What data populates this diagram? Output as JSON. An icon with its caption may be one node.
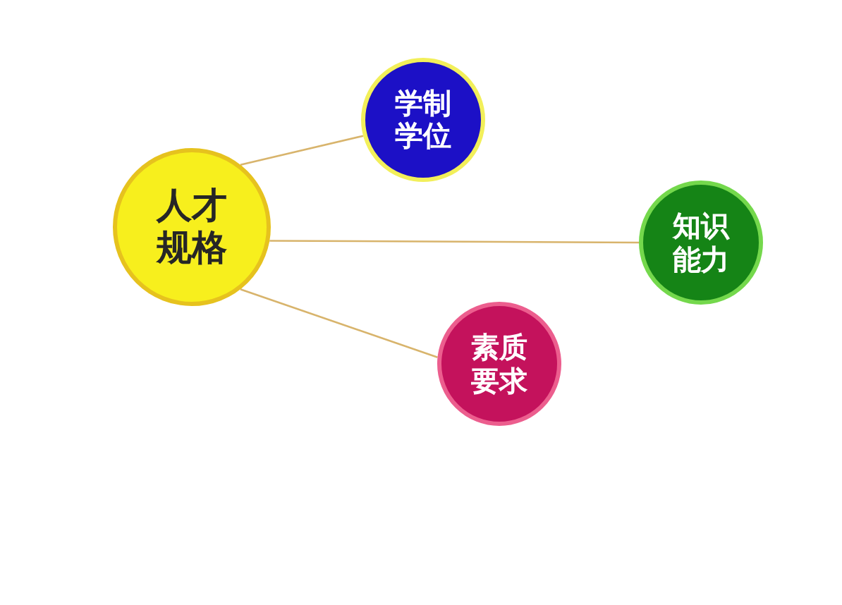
{
  "diagram": {
    "nodes": [
      {
        "text": [
          "人才规格"
        ]
      },
      {
        "text": [
          "学制学位"
        ]
      },
      {
        "text": [
          "知识能力"
        ]
      },
      {
        "text": [
          "素质要求"
        ]
      }
    ],
    "edges": [
      {
        "from": 0,
        "to": 1,
        "arrow": "none"
      },
      {
        "from": 0,
        "to": 2,
        "arrow": "none"
      },
      {
        "from": 0,
        "to": 3,
        "arrow": "none"
      }
    ]
  }
}
